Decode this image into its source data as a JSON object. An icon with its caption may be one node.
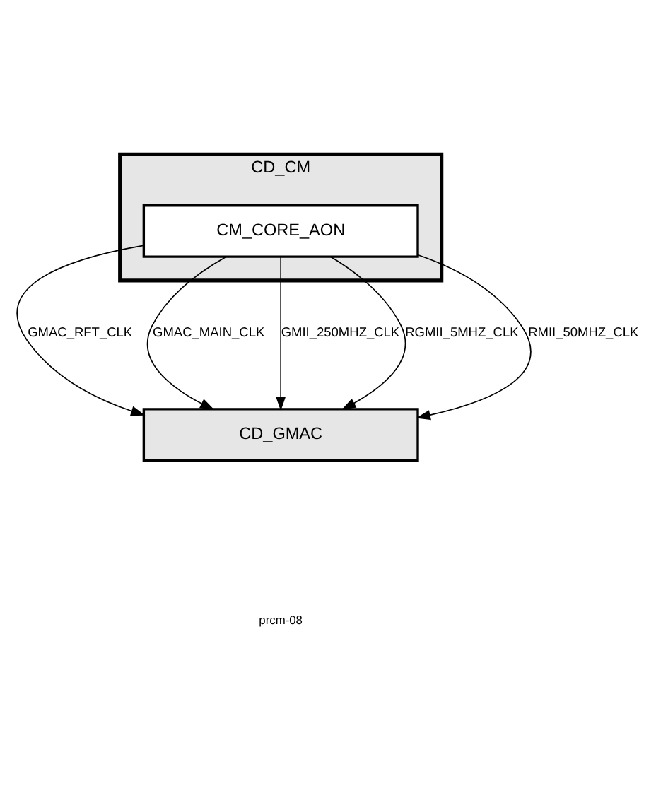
{
  "diagram": {
    "nodes": [
      {
        "text": [
          "CD_CM"
        ]
      },
      {
        "text": [
          "CM_CORE_AON"
        ],
        "in": 0
      },
      {
        "text": [
          "CD_GMAC"
        ]
      }
    ],
    "edges": [
      {
        "from": 1,
        "to": 2,
        "arrow": "to",
        "label": "GMAC_RFT_CLK"
      },
      {
        "from": 1,
        "to": 2,
        "arrow": "to",
        "label": "GMAC_MAIN_CLK"
      },
      {
        "from": 1,
        "to": 2,
        "arrow": "to",
        "label": "GMII_250MHZ_CLK"
      },
      {
        "from": 1,
        "to": 2,
        "arrow": "to",
        "label": "RGMII_5MHZ_CLK"
      },
      {
        "from": 1,
        "to": 2,
        "arrow": "to",
        "label": "RMII_50MHZ_CLK"
      }
    ],
    "labels": [
      "prcm-08"
    ]
  }
}
